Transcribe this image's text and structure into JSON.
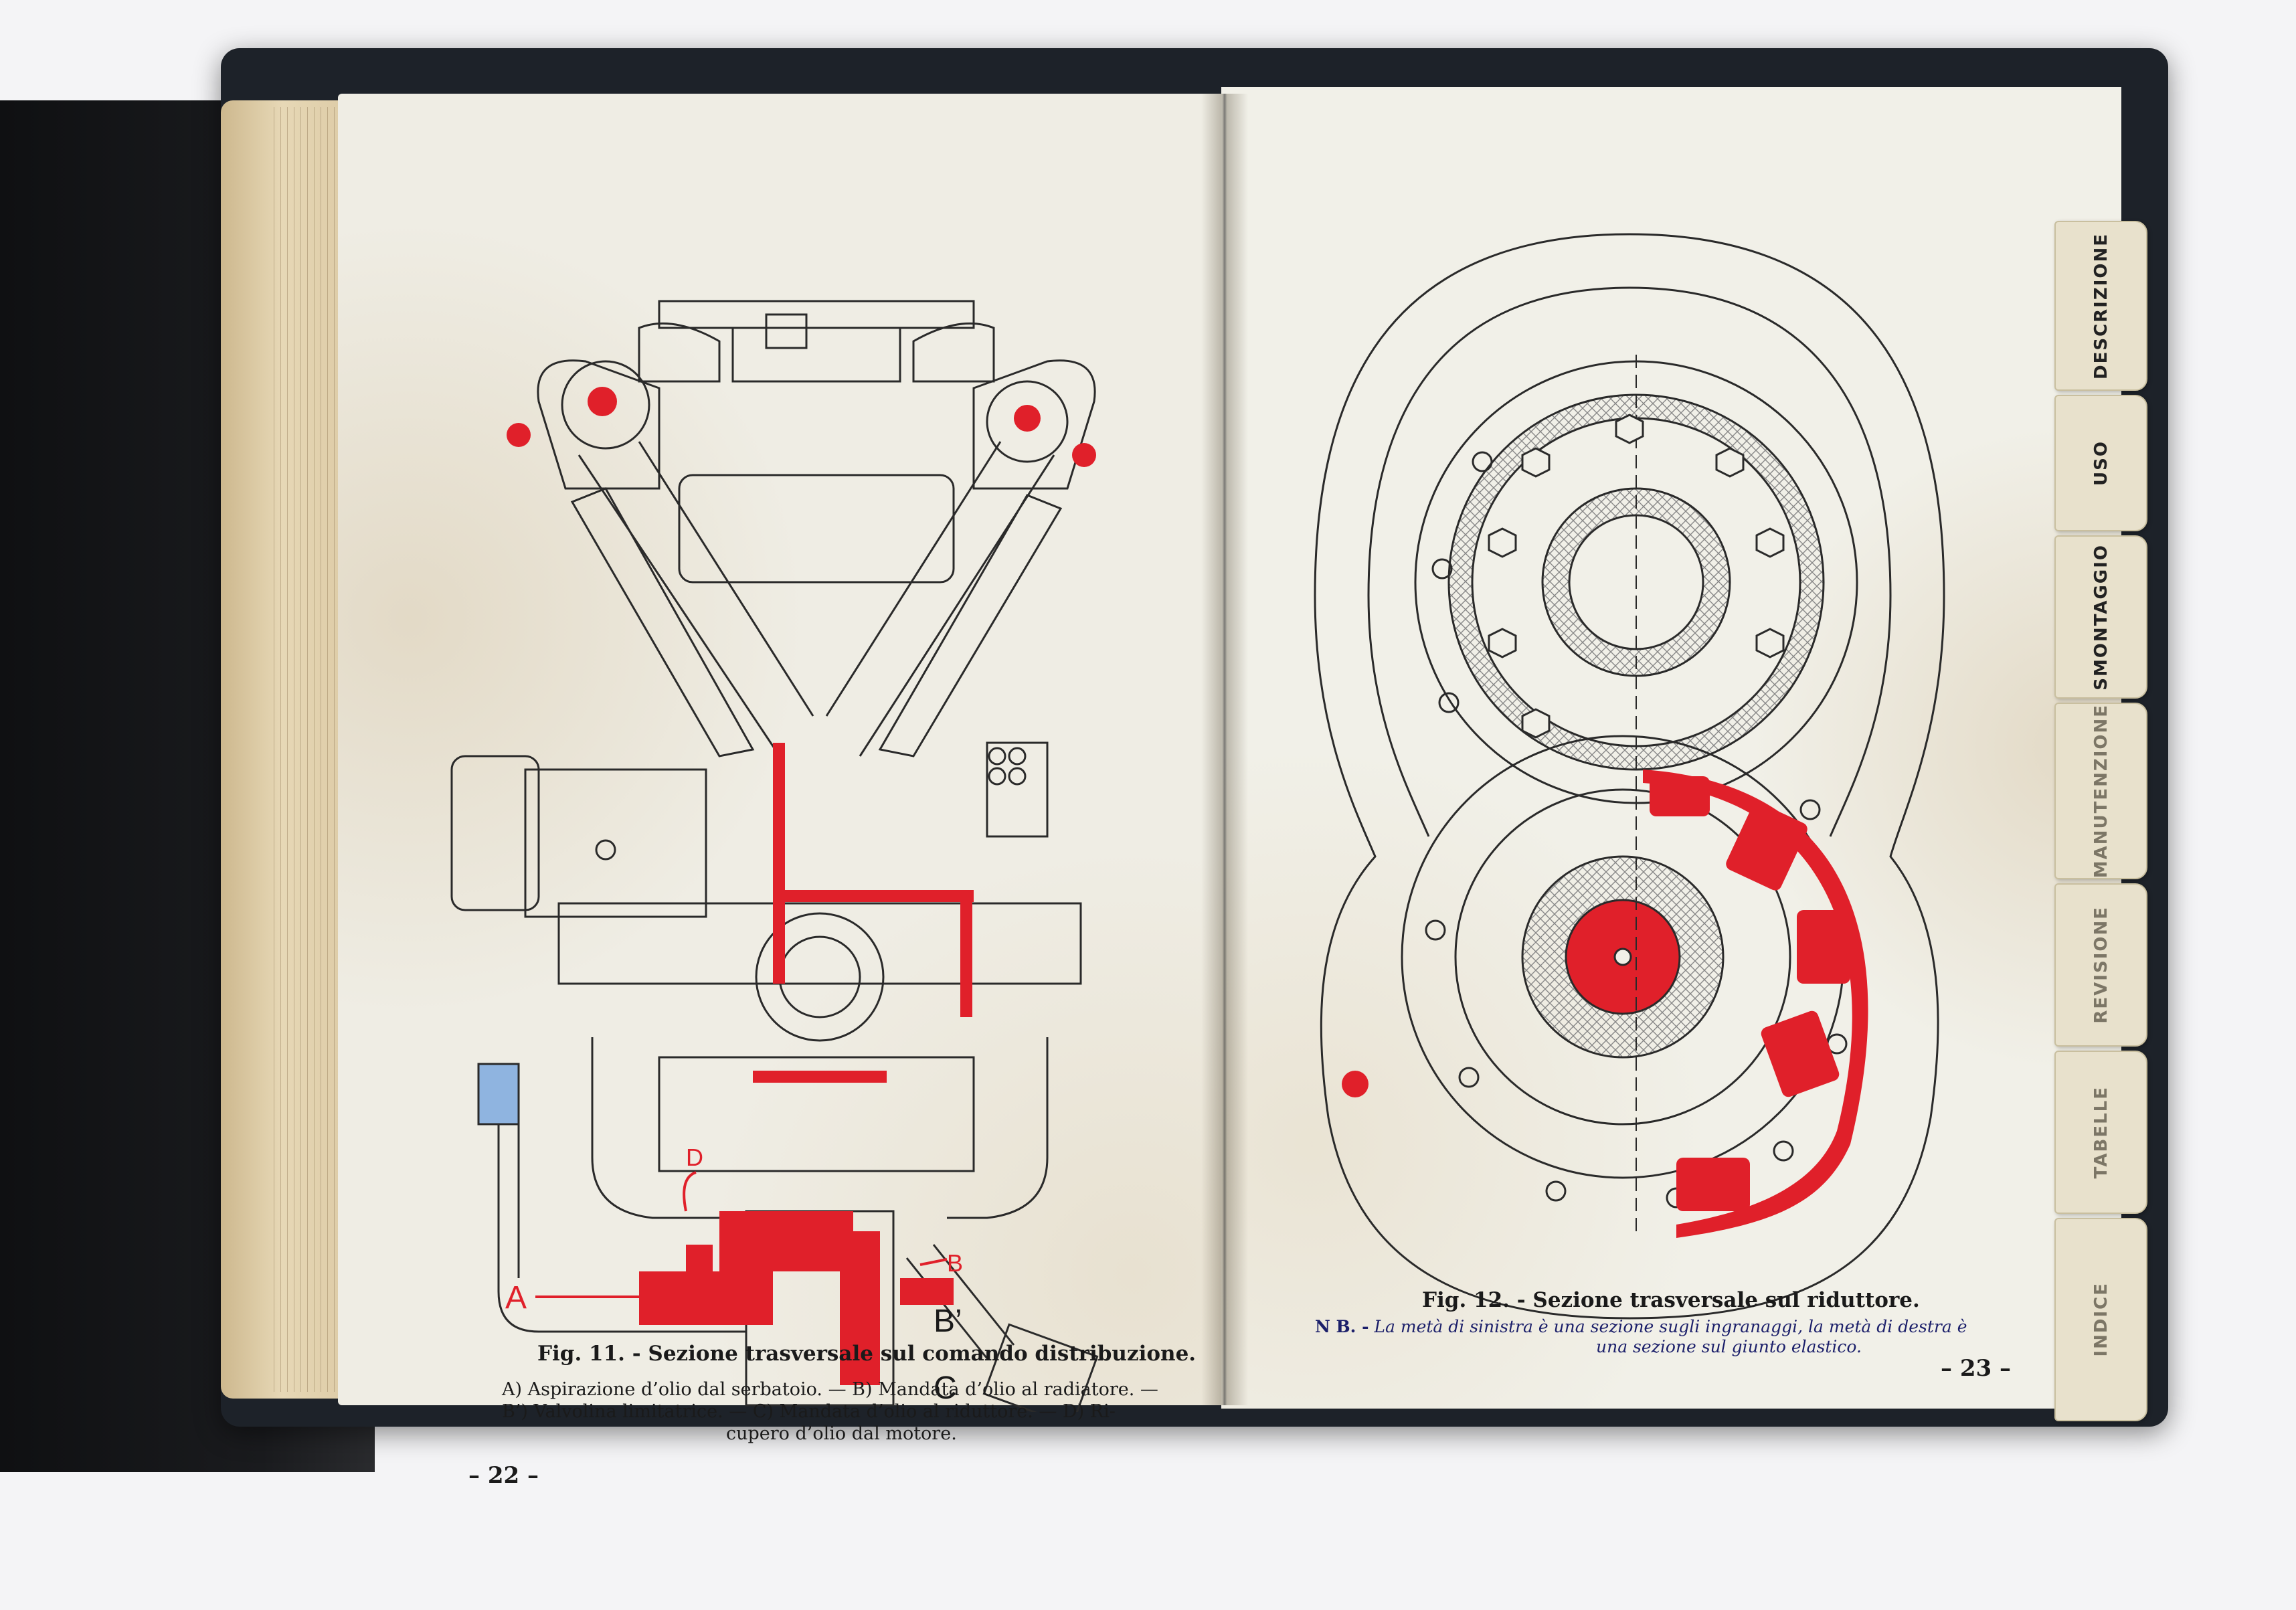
{
  "left_page": {
    "figure": {
      "title": "Fig. 11. - Sezione trasversale sul comando distribuzione.",
      "legend_lines": [
        "A) Aspirazione d’olio dal serbatoio. — B) Mandata d’olio al radiatore. —",
        "B’) Valvolina limitatrice. — C) Mandata d’olio al riduttore. — D) Ri-",
        "cupero d’olio dal motore."
      ],
      "callouts": {
        "a": "A",
        "b": "B",
        "b_prime": "B’",
        "c": "C",
        "d": "D"
      }
    },
    "page_number": "– 22 –"
  },
  "right_page": {
    "figure": {
      "title": "Fig. 12. - Sezione trasversale sul riduttore.",
      "note_prefix": "N B. -",
      "note_lines": [
        "La metà di sinistra è una sezione sugli ingranaggi, la metà di destra è",
        "una sezione sul giunto elastico."
      ]
    },
    "page_number": "– 23 –"
  },
  "side_tabs": [
    {
      "label": "DESCRIZIONE",
      "faded": false
    },
    {
      "label": "USO",
      "faded": false
    },
    {
      "label": "SMONTAGGIO",
      "faded": false
    },
    {
      "label": "MANUTENZIONE",
      "faded": true
    },
    {
      "label": "REVISIONE",
      "faded": true
    },
    {
      "label": "TABELLE",
      "faded": true
    },
    {
      "label": "INDICE",
      "faded": true
    }
  ],
  "colors": {
    "ink": "#1a1a1a",
    "highlight_red": "#e0202a",
    "oil_blue": "#8fb4e0",
    "paper": "#efede4"
  }
}
